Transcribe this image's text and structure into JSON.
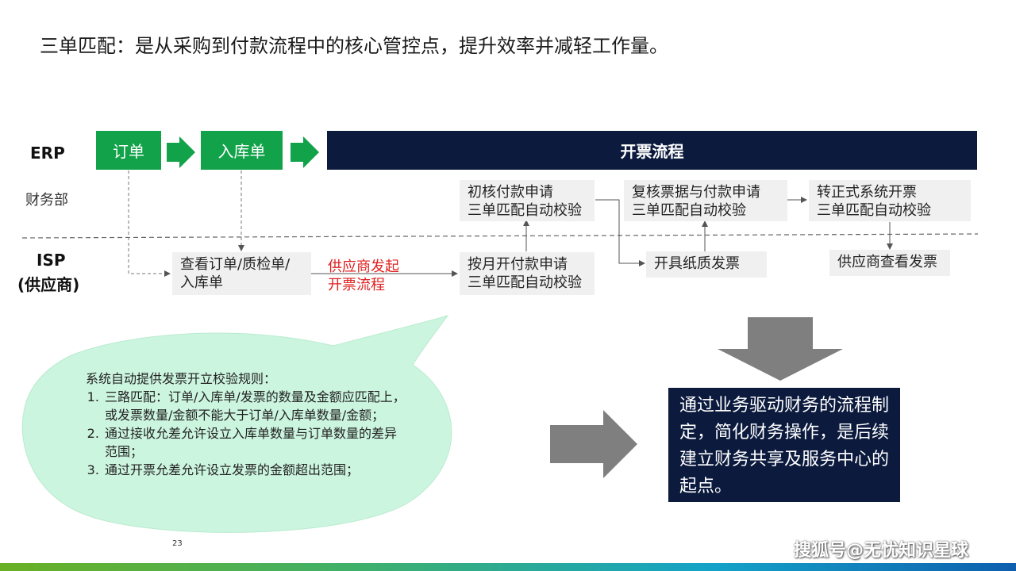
{
  "title": "三单匹配：是从采购到付款流程中的核心管控点，提升效率并减轻工作量。",
  "lanes": {
    "erp": "ERP",
    "finance": "财务部",
    "isp_line1": "ISP",
    "isp_line2": "(供应商)"
  },
  "erp_steps": {
    "order": "订单",
    "receipt": "入库单",
    "invoicing": "开票流程"
  },
  "finance_steps": {
    "initial_review": {
      "line1": "初核付款申请",
      "line2": "三单匹配自动校验"
    },
    "second_review": {
      "line1": "复核票据与付款申请",
      "line2": "三单匹配自动校验"
    },
    "official_invoice": {
      "line1": "转正式系统开票",
      "line2": "三单匹配自动校验"
    }
  },
  "supplier_steps": {
    "view_docs": {
      "line1": "查看订单/质检单/",
      "line2": "入库单"
    },
    "initiate": {
      "line1": "供应商发起",
      "line2": "开票流程"
    },
    "monthly_request": {
      "line1": "按月开付款申请",
      "line2": "三单匹配自动校验"
    },
    "paper_invoice": "开具纸质发票",
    "view_invoice": "供应商查看发票"
  },
  "bubble": {
    "intro": "系统自动提供发票开立校验规则：",
    "rules": [
      "三路匹配：订单/入库单/发票的数量及金额应匹配上，或发票数量/金额不能大于订单/入库单数量/金额；",
      "通过接收允差允许设立入库单数量与订单数量的差异范围；",
      "通过开票允差允许设立发票的金额超出范围；"
    ]
  },
  "conclusion": "通过业务驱动财务的流程制定，简化财务操作，是后续建立财务共享及服务中心的起点。",
  "page_number": "23",
  "watermark": "搜狐号@无忧知识星球",
  "colors": {
    "green": "#12a24a",
    "navy": "#0b1a3d",
    "red": "#e02020",
    "bubble": "#ccf5df",
    "arrow_gray": "#7f7f7f"
  }
}
